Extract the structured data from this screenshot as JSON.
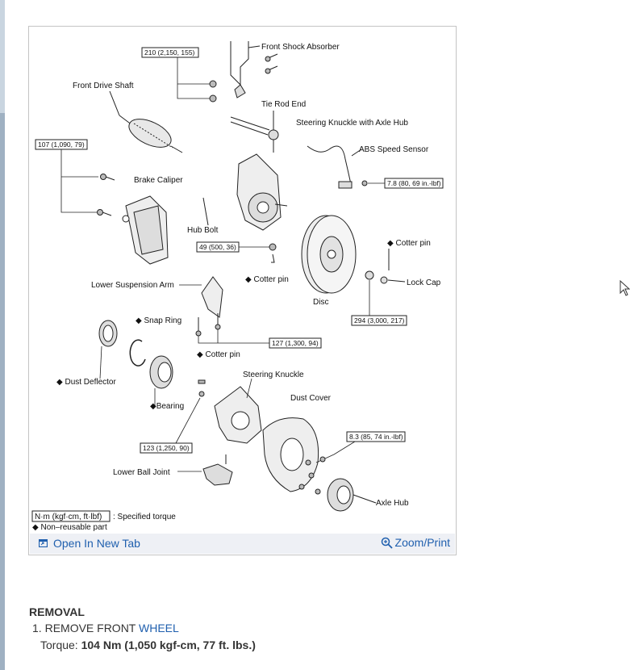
{
  "diagram": {
    "labels": {
      "front_shock_absorber": "Front Shock Absorber",
      "front_drive_shaft": "Front Drive Shaft",
      "tie_rod_end": "Tie Rod End",
      "steering_knuckle_axle_hub": "Steering Knuckle with Axle Hub",
      "abs_speed_sensor": "ABS Speed Sensor",
      "brake_caliper": "Brake Caliper",
      "hub_bolt": "Hub Bolt",
      "cotter_pin_1": "◆ Cotter pin",
      "cotter_pin_2": "◆ Cotter pin",
      "cotter_pin_3": "◆ Cotter pin",
      "lock_cap": "Lock Cap",
      "lower_suspension_arm": "Lower Suspension Arm",
      "disc": "Disc",
      "snap_ring": "◆ Snap Ring",
      "dust_deflector": "◆ Dust Deflector",
      "bearing": "◆Bearing",
      "steering_knuckle": "Steering Knuckle",
      "dust_cover": "Dust Cover",
      "lower_ball_joint": "Lower Ball Joint",
      "axle_hub": "Axle Hub"
    },
    "torques": {
      "t210": "210 (2,150, 155)",
      "t107": "107 (1,090, 79)",
      "t7_8": "7.8 (80, 69 in.-lbf)",
      "t49": "49 (500, 36)",
      "t294": "294 (3,000, 217)",
      "t127": "127 (1,300, 94)",
      "t8_3": "8.3 (85, 74 in.-lbf)",
      "t123": "123 (1,250, 90)"
    },
    "legend": {
      "unit_box": "N·m (kgf·cm, ft·lbf)",
      "unit_text": ": Specified torque",
      "nonreusable": "◆ Non–reusable part"
    }
  },
  "links": {
    "open_new_tab": "Open In New Tab",
    "zoom_print": "Zoom/Print"
  },
  "content": {
    "section_title": "REMOVAL",
    "step_number": "1.",
    "step_text": "REMOVE FRONT",
    "step_link": "WHEEL",
    "torque_label": "Torque:",
    "torque_value": "104 Nm (1,050 kgf-cm, 77 ft. lbs.)"
  },
  "colors": {
    "link": "#1f5fae",
    "link_bar_bg": "#eef0f5",
    "border": "#c4c4c4"
  }
}
